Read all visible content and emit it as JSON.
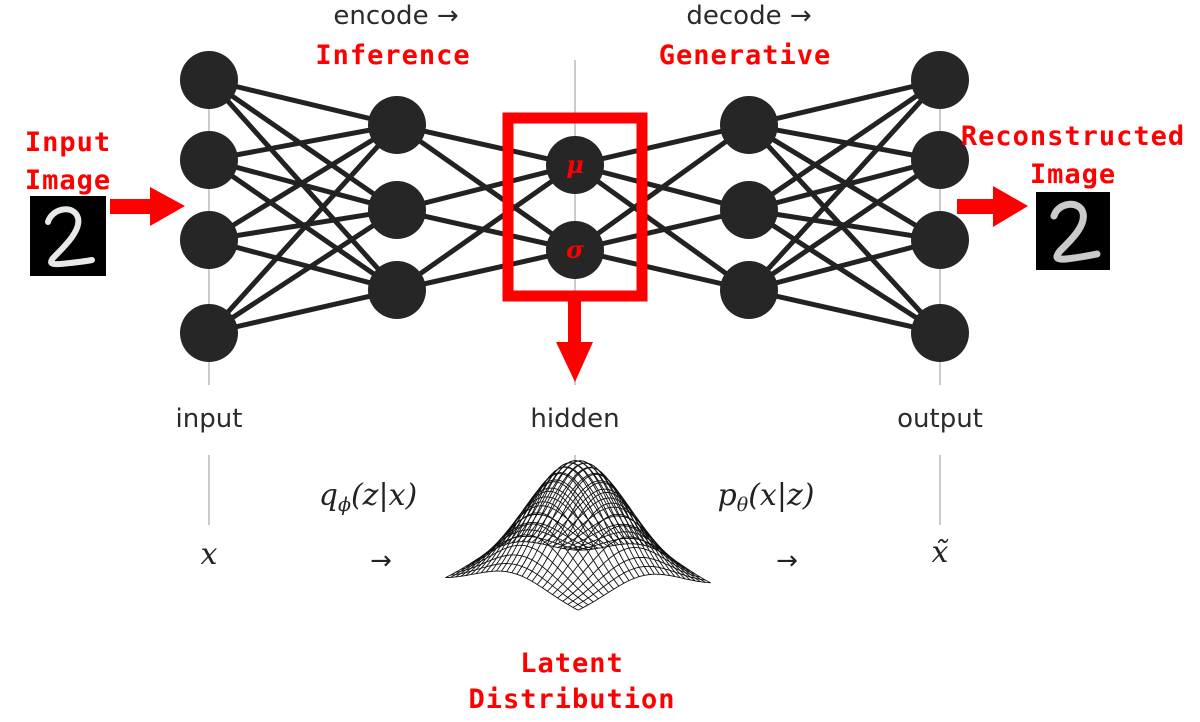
{
  "headers": {
    "encode": "encode →",
    "decode": "decode →",
    "inference": "Inference",
    "generative": "Generative"
  },
  "annotations": {
    "input_image": [
      "Input",
      "Image"
    ],
    "reconstructed_image": [
      "Reconstructed",
      "Image"
    ],
    "latent_distribution": [
      "Latent",
      "Distribution"
    ]
  },
  "layers": [
    {
      "id": "input",
      "label": "input",
      "nodes": 4
    },
    {
      "id": "enc",
      "label": "",
      "nodes": 3
    },
    {
      "id": "hidden",
      "label": "hidden",
      "nodes": 2,
      "node_labels": [
        "μ",
        "σ"
      ]
    },
    {
      "id": "dec",
      "label": "",
      "nodes": 3
    },
    {
      "id": "output",
      "label": "output",
      "nodes": 4
    }
  ],
  "math": {
    "x": "x",
    "x_tilde": "x̃",
    "encoder_fn": {
      "head": "q",
      "sub": "ϕ",
      "tail": "(z|x)"
    },
    "decoder_fn": {
      "head": "p",
      "sub": "θ",
      "tail": "(x|z)"
    },
    "arrow": "→"
  },
  "colors": {
    "node": "#262626",
    "edge": "#222222",
    "accent": "#ff0000",
    "guide": "#cccccc"
  }
}
